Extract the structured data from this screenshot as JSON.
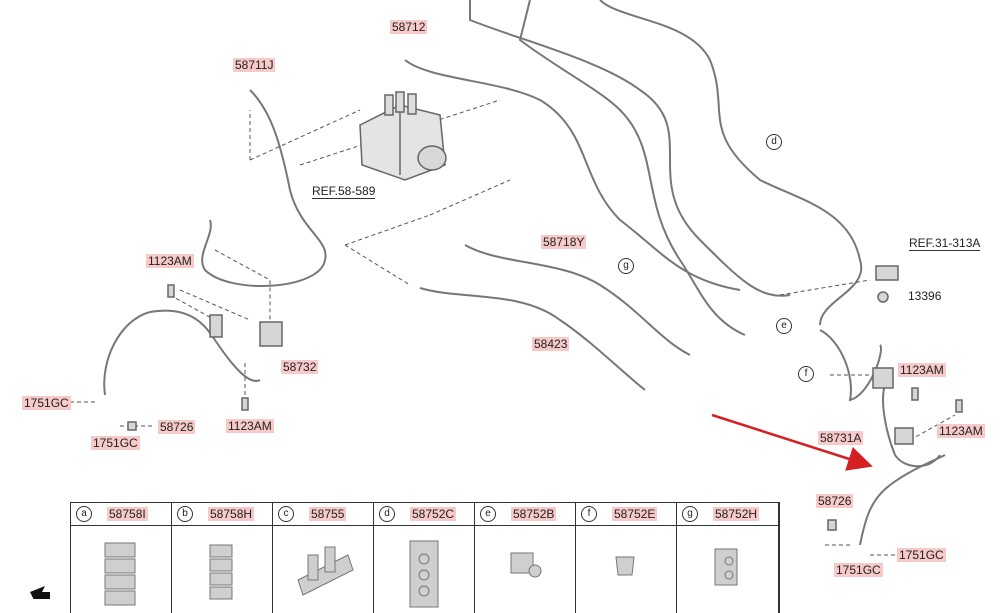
{
  "labels": {
    "p58712": "58712",
    "p58711J": "58711J",
    "ref58589": "REF.58-589",
    "p1123AM_left": "1123AM",
    "p1751GC_left": "1751GC",
    "p1751GC_left2": "1751GC",
    "p58726_left": "58726",
    "p1123AM_left2": "1123AM",
    "p58732": "58732",
    "p58718Y": "58718Y",
    "p58423": "58423",
    "ref31313A": "REF.31-313A",
    "p13396": "13396",
    "p1123AM_right": "1123AM",
    "p1123AM_right2": "1123AM",
    "p58731A": "58731A",
    "p58726_right": "58726",
    "p1751GC_right": "1751GC",
    "p1751GC_right2": "1751GC"
  },
  "callouts": {
    "d": "d",
    "e": "e",
    "f": "f",
    "g": "g"
  },
  "parts_table": [
    {
      "letter": "a",
      "part": "58758I"
    },
    {
      "letter": "b",
      "part": "58758H"
    },
    {
      "letter": "c",
      "part": "58755"
    },
    {
      "letter": "d",
      "part": "58752C"
    },
    {
      "letter": "e",
      "part": "58752B"
    },
    {
      "letter": "f",
      "part": "58752E"
    },
    {
      "letter": "g",
      "part": "58752H"
    }
  ],
  "colors": {
    "label_highlight": "#f7c9c9",
    "arrow": "#d42020",
    "line": "#555555"
  }
}
